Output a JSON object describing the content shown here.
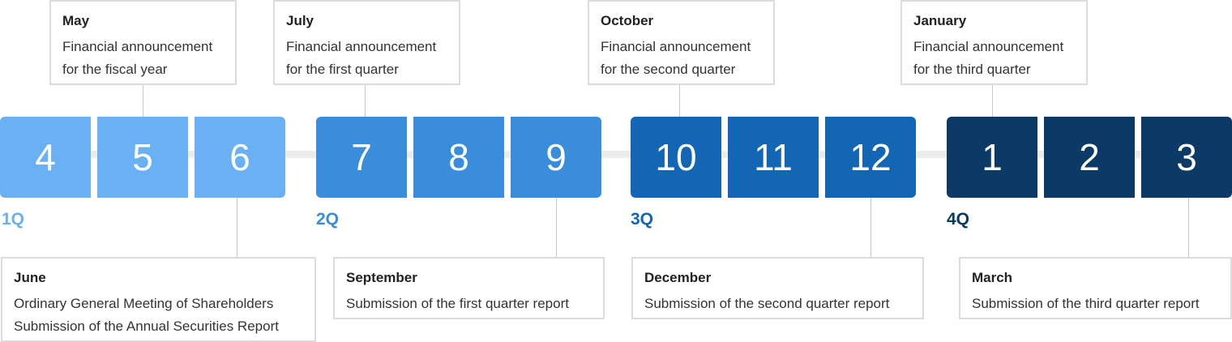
{
  "colors": {
    "q1": "#69b1f2",
    "q2": "#3a8dda",
    "q3": "#1266b3",
    "q4": "#0b3a66"
  },
  "quarters": [
    {
      "label": "1Q",
      "months": [
        "4",
        "5",
        "6"
      ]
    },
    {
      "label": "2Q",
      "months": [
        "7",
        "8",
        "9"
      ]
    },
    {
      "label": "3Q",
      "months": [
        "10",
        "11",
        "12"
      ]
    },
    {
      "label": "4Q",
      "months": [
        "1",
        "2",
        "3"
      ]
    }
  ],
  "top_events": [
    {
      "month": "May",
      "lines": [
        "Financial announcement",
        "for the fiscal year"
      ]
    },
    {
      "month": "July",
      "lines": [
        "Financial announcement",
        "for the first quarter"
      ]
    },
    {
      "month": "October",
      "lines": [
        "Financial announcement",
        "for the second quarter"
      ]
    },
    {
      "month": "January",
      "lines": [
        "Financial announcement",
        "for the third quarter"
      ]
    }
  ],
  "bottom_events": [
    {
      "month": "June",
      "lines": [
        "Ordinary General Meeting of Shareholders",
        "Submission of the Annual Securities Report"
      ]
    },
    {
      "month": "September",
      "lines": [
        "Submission of the first quarter report"
      ]
    },
    {
      "month": "December",
      "lines": [
        "Submission of the second quarter report"
      ]
    },
    {
      "month": "March",
      "lines": [
        "Submission of the third quarter report"
      ]
    }
  ]
}
